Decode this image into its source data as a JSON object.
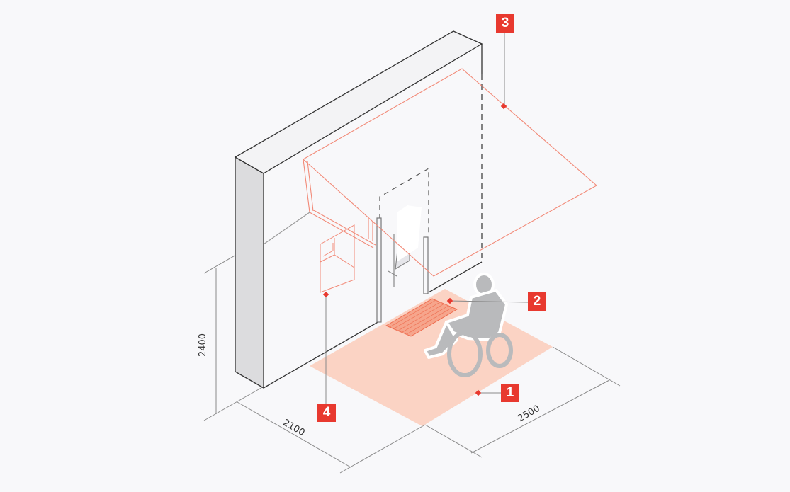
{
  "callouts": [
    {
      "number": "1",
      "target": "floor-area"
    },
    {
      "number": "2",
      "target": "tactile-mat"
    },
    {
      "number": "3",
      "target": "canopy"
    },
    {
      "number": "4",
      "target": "intercom-panel"
    }
  ],
  "dimensions": {
    "height": "2400",
    "depth": "2100",
    "width": "2500"
  },
  "colors": {
    "accent": "#e8392f",
    "floor": "#fbd3c4",
    "canopy_line": "#f28a78",
    "wall_side": "#dcdcde",
    "figure": "#b9babc"
  }
}
